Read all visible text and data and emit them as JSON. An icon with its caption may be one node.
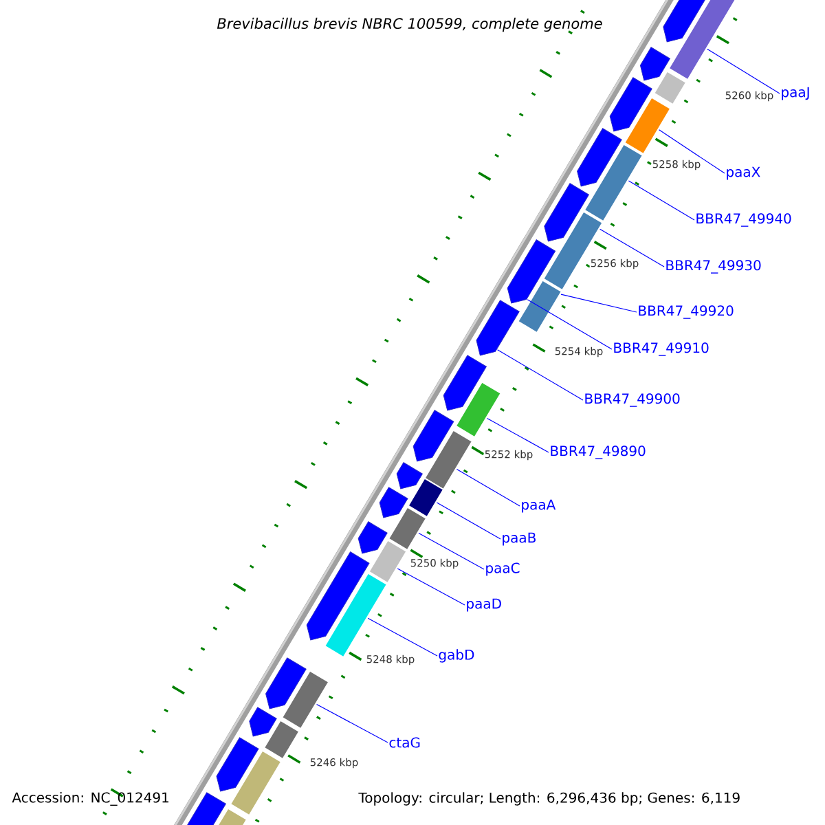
{
  "diagram": {
    "title": "Brevibacillus brevis NBRC 100599, complete genome",
    "nodes": [
      {
        "text": [
          "paaJ"
        ]
      },
      {
        "text": [
          "paaX"
        ]
      },
      {
        "text": [
          "BBR47_49940"
        ]
      },
      {
        "text": [
          "BBR47_49930"
        ]
      },
      {
        "text": [
          "BBR47_49920"
        ]
      },
      {
        "text": [
          "BBR47_49910"
        ]
      },
      {
        "text": [
          "BBR47_49900"
        ]
      },
      {
        "text": [
          "BBR47_49890"
        ]
      },
      {
        "text": [
          "paaA"
        ]
      },
      {
        "text": [
          "paaB"
        ]
      },
      {
        "text": [
          "paaC"
        ]
      },
      {
        "text": [
          "paaD"
        ]
      },
      {
        "text": [
          "gabD"
        ]
      },
      {
        "text": [
          "ctaG"
        ]
      },
      {
        "text": [],
        "shape": "bar"
      },
      {
        "text": [],
        "shape": "pentagon"
      },
      {
        "text": [],
        "shape": "pentagon"
      },
      {
        "text": [],
        "shape": "bar"
      },
      {
        "text": [],
        "shape": "pentagon"
      },
      {
        "text": [],
        "shape": "bar"
      },
      {
        "text": [],
        "shape": "pentagon"
      },
      {
        "text": [],
        "shape": "bar"
      },
      {
        "text": [],
        "shape": "pentagon"
      },
      {
        "text": [],
        "shape": "bar"
      },
      {
        "text": [],
        "shape": "pentagon"
      },
      {
        "text": [],
        "shape": "bar"
      },
      {
        "text": [],
        "shape": "pentagon"
      },
      {
        "text": [],
        "shape": "pentagon"
      },
      {
        "text": [],
        "shape": "bar"
      },
      {
        "text": [],
        "shape": "pentagon"
      },
      {
        "text": [],
        "shape": "bar"
      },
      {
        "text": [],
        "shape": "pentagon"
      },
      {
        "text": [],
        "shape": "bar"
      },
      {
        "text": [],
        "shape": "pentagon"
      },
      {
        "text": [],
        "shape": "bar"
      },
      {
        "text": [],
        "shape": "pentagon"
      },
      {
        "text": [],
        "shape": "bar"
      },
      {
        "text": [],
        "shape": "pentagon"
      },
      {
        "text": [],
        "shape": "bar"
      },
      {
        "text": [],
        "shape": "bar"
      },
      {
        "text": [],
        "shape": "pentagon"
      },
      {
        "text": [],
        "shape": "bar"
      },
      {
        "text": [],
        "shape": "pentagon"
      },
      {
        "text": [],
        "shape": "bar"
      },
      {
        "text": [],
        "shape": "pentagon"
      },
      {
        "text": [],
        "shape": "pentagon"
      },
      {
        "text": [],
        "shape": "bar"
      }
    ],
    "edges": [
      {
        "from": 0,
        "to": 14,
        "arrow": "none"
      },
      {
        "from": 1,
        "to": 19,
        "arrow": "none"
      },
      {
        "from": 2,
        "to": 21,
        "arrow": "none"
      },
      {
        "from": 3,
        "to": 23,
        "arrow": "none"
      },
      {
        "from": 4,
        "to": 25,
        "arrow": "none"
      },
      {
        "from": 5,
        "to": 24,
        "arrow": "none"
      },
      {
        "from": 6,
        "to": 26,
        "arrow": "none"
      },
      {
        "from": 7,
        "to": 28,
        "arrow": "none"
      },
      {
        "from": 8,
        "to": 30,
        "arrow": "none"
      },
      {
        "from": 9,
        "to": 32,
        "arrow": "none"
      },
      {
        "from": 10,
        "to": 34,
        "arrow": "none"
      },
      {
        "from": 11,
        "to": 36,
        "arrow": "none"
      },
      {
        "from": 12,
        "to": 38,
        "arrow": "none"
      },
      {
        "from": 13,
        "to": 39,
        "arrow": "none"
      }
    ],
    "labels": [
      "5260 kbp",
      "5258 kbp",
      "5256 kbp",
      "5254 kbp",
      "5252 kbp",
      "5250 kbp",
      "5248 kbp",
      "5246 kbp",
      "Accession: NC_012491",
      "Topology: circular; Length: 6,296,436 bp; Genes: 6,119"
    ]
  }
}
